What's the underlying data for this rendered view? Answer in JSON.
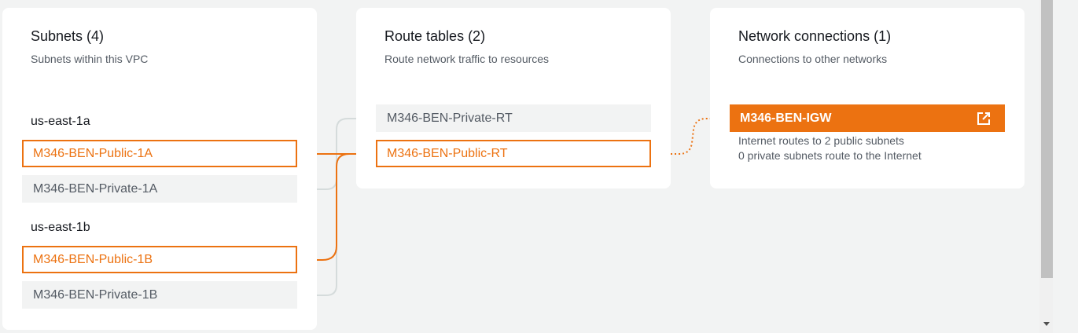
{
  "subnets": {
    "title": "Subnets (4)",
    "subtitle": "Subnets within this VPC",
    "zones": [
      {
        "name": "us-east-1a",
        "items": [
          {
            "label": "M346-BEN-Public-1A",
            "active": true
          },
          {
            "label": "M346-BEN-Private-1A",
            "active": false
          }
        ]
      },
      {
        "name": "us-east-1b",
        "items": [
          {
            "label": "M346-BEN-Public-1B",
            "active": true
          },
          {
            "label": "M346-BEN-Private-1B",
            "active": false
          }
        ]
      }
    ]
  },
  "route_tables": {
    "title": "Route tables (2)",
    "subtitle": "Route network traffic to resources",
    "items": [
      {
        "label": "M346-BEN-Private-RT",
        "active": false
      },
      {
        "label": "M346-BEN-Public-RT",
        "active": true
      }
    ]
  },
  "network_connections": {
    "title": "Network connections (1)",
    "subtitle": "Connections to other networks",
    "gateway": {
      "label": "M346-BEN-IGW",
      "icon": "external-link-icon",
      "notes": [
        "Internet routes to 2 public subnets",
        "0 private subnets route to the Internet"
      ]
    }
  },
  "colors": {
    "accent": "#ec7211",
    "link_inactive": "#d5dbdb",
    "node_plain_bg": "#f2f3f3",
    "page_bg": "#f2f3f3"
  }
}
